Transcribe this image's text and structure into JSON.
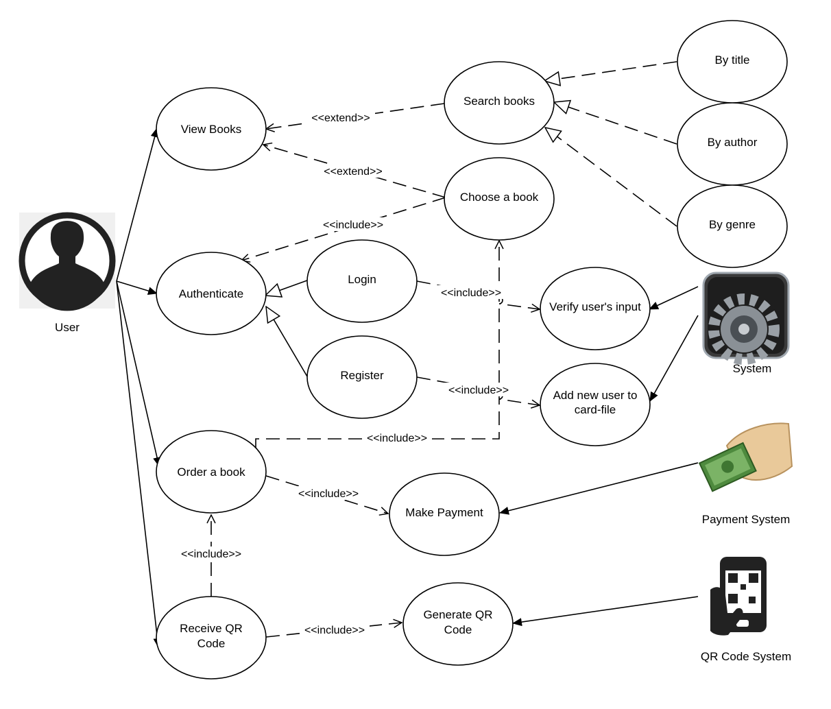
{
  "actors": {
    "user": {
      "label": "User",
      "icon": "user-silhouette-icon"
    },
    "system": {
      "label": "System",
      "icon": "gear-icon"
    },
    "payment": {
      "label": "Payment System",
      "icon": "money-hand-icon"
    },
    "qr": {
      "label": "QR Code System",
      "icon": "qr-phone-icon"
    }
  },
  "use_cases": {
    "view_books": [
      "View Books"
    ],
    "authenticate": [
      "Authenticate"
    ],
    "order_book": [
      "Order a book"
    ],
    "receive_qr": [
      "Receive QR",
      "Code"
    ],
    "search_books": [
      "Search books"
    ],
    "choose_book": [
      "Choose a book"
    ],
    "login": [
      "Login"
    ],
    "register": [
      "Register"
    ],
    "make_payment": [
      "Make Payment"
    ],
    "generate_qr": [
      "Generate QR",
      "Code"
    ],
    "by_title": [
      "By title"
    ],
    "by_author": [
      "By author"
    ],
    "by_genre": [
      "By genre"
    ],
    "verify_input": [
      "Verify user's input"
    ],
    "add_user": [
      "Add new user to",
      "card-file"
    ]
  },
  "relations": {
    "extend_search": "<<extend>>",
    "extend_choose": "<<extend>>",
    "include_choose_auth": "<<include>>",
    "include_login": "<<include>>",
    "include_register": "<<include>>",
    "include_order_choose": "<<include>>",
    "include_order_payment": "<<include>>",
    "include_receive_order": "<<include>>",
    "include_receive_generate": "<<include>>"
  },
  "colors": {
    "line": "#000000",
    "fill": "#ffffff",
    "actor_dark": "#222222"
  }
}
